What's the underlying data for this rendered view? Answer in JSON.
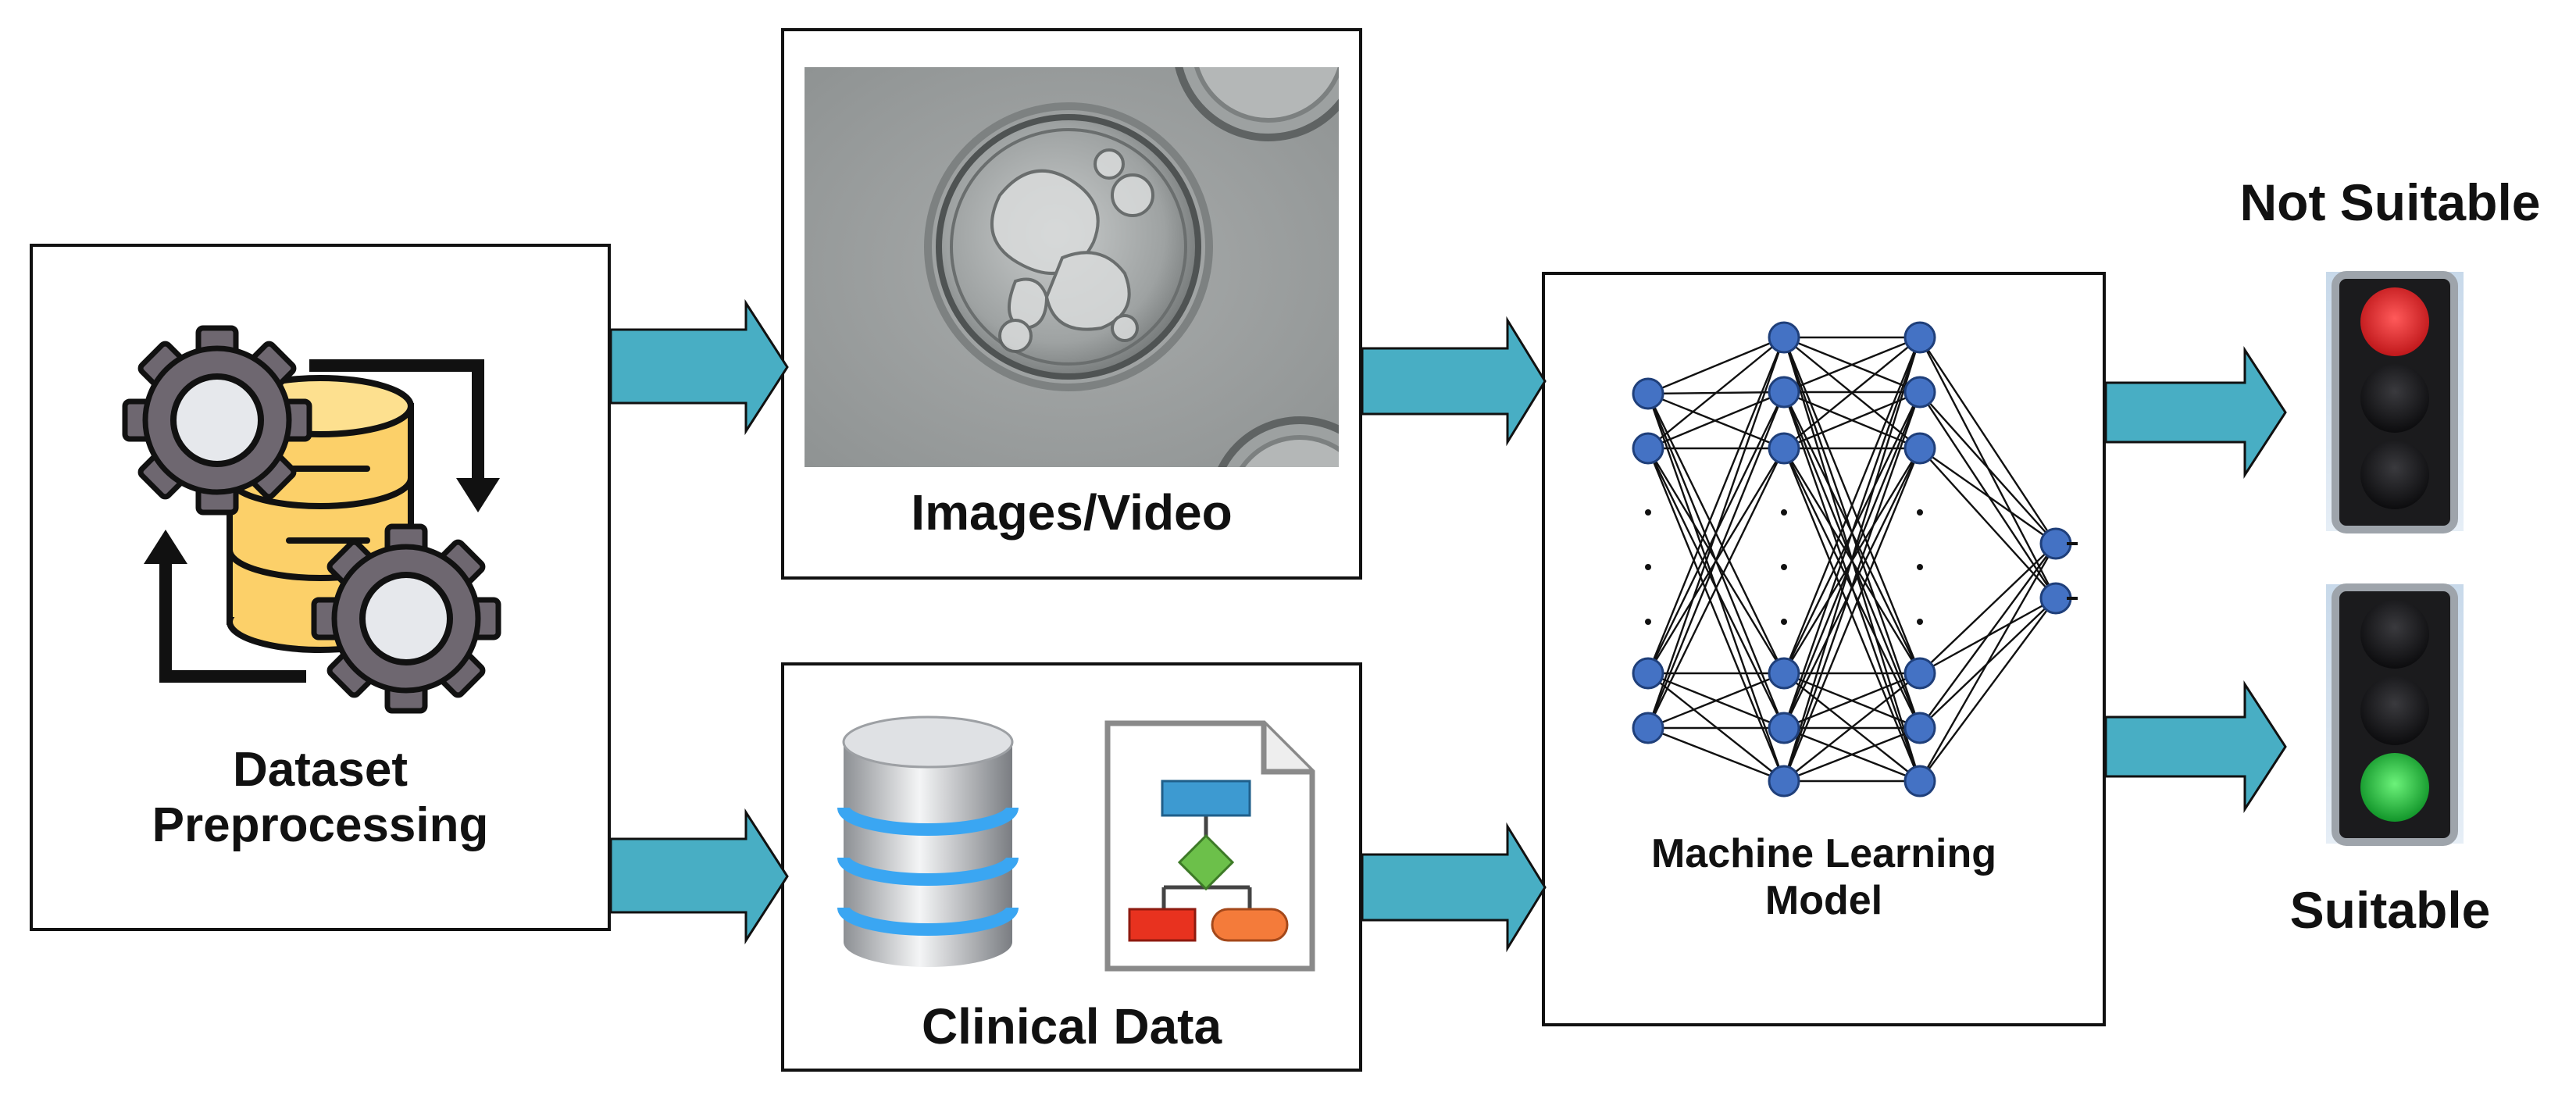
{
  "colors": {
    "arrow": "#48aec4",
    "gear": "#6e6770",
    "gear_hole": "#e6e8ec",
    "db_yellow": "#fcd069",
    "node": "#4472c4",
    "db_blue": "#3aa6f2",
    "light_red": "#e82024",
    "light_green": "#22c03a"
  },
  "preprocessing": {
    "line1": "Dataset",
    "line2": "Preprocessing",
    "icon": "gears-database-cycle-icon"
  },
  "images_video": {
    "label": "Images/Video",
    "image": "embryo-microscopy-image"
  },
  "clinical_data": {
    "label": "Clinical Data",
    "icons": [
      "database-cylinder-icon",
      "flowchart-document-icon"
    ]
  },
  "ml_model": {
    "line1": "Machine Learning",
    "line2": "Model",
    "icon": "neural-network-icon"
  },
  "outputs": {
    "not_suitable": "Not Suitable",
    "suitable": "Suitable",
    "icons": [
      "traffic-light-red-icon",
      "traffic-light-green-icon"
    ]
  }
}
